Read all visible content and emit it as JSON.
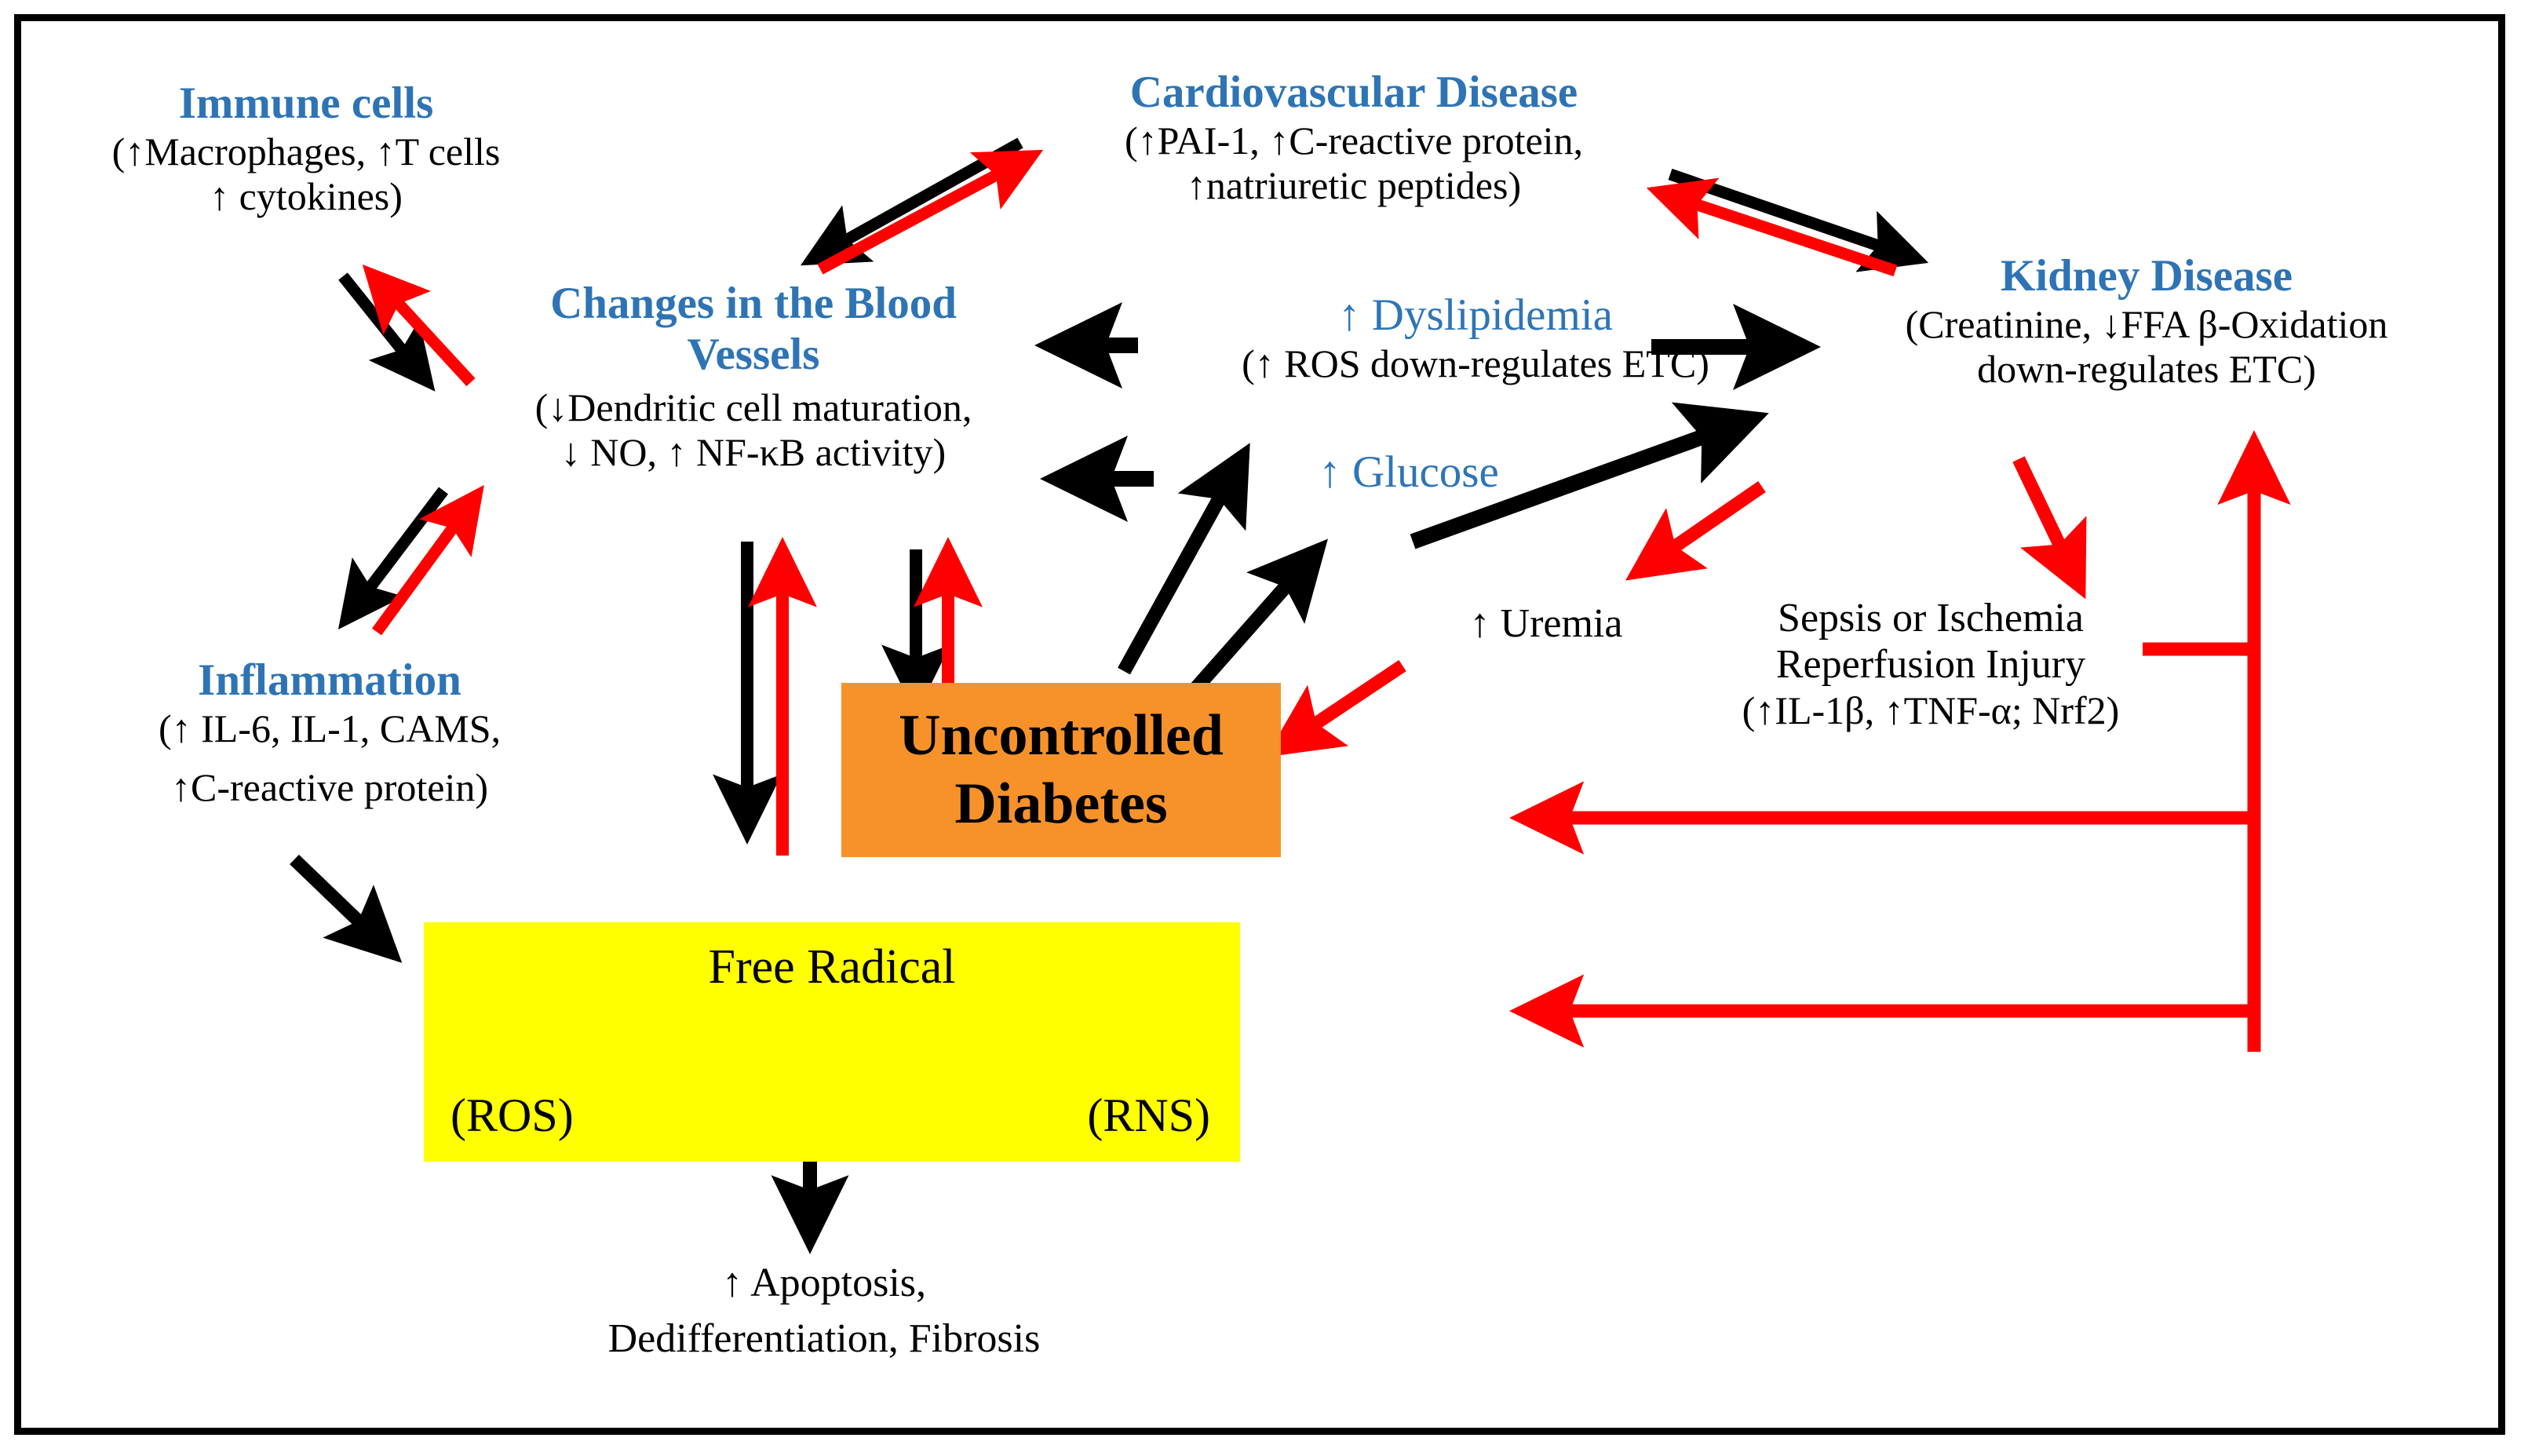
{
  "figure": {
    "title": "Pathophysiology of uncontrolled diabetes, free radicals and organ complications",
    "border_color": "#000000",
    "background": "#ffffff",
    "accent_heading_color": "#2E74B5",
    "arrow_black": "#000000",
    "arrow_red": "#FF0000",
    "box_orange": "#F7922B",
    "box_yellow": "#FFFF00"
  },
  "nodes": {
    "immune_cells": {
      "heading": "Immune cells",
      "line1": "(↑Macrophages,  ↑T cells",
      "line2": "↑ cytokines)"
    },
    "cardiovascular_disease": {
      "heading": "Cardiovascular Disease",
      "line1": "(↑PAI-1, ↑C-reactive protein,",
      "line2": "↑natriuretic peptides)"
    },
    "kidney_disease": {
      "heading": "Kidney Disease",
      "line1": "(Creatinine, ↓FFA β-Oxidation",
      "line2": "down-regulates ETC)"
    },
    "blood_vessels": {
      "heading_line1": "Changes in the Blood",
      "heading_line2": "Vessels",
      "line1": "(↓Dendritic cell maturation,",
      "line2": "↓ NO, ↑ NF-κB activity)"
    },
    "dyslipidemia": {
      "heading": "↑ Dyslipidemia",
      "line1": "(↑ ROS down-regulates ETC)"
    },
    "glucose": {
      "heading": "↑ Glucose"
    },
    "inflammation": {
      "heading": "Inflammation",
      "line1": "(↑ IL-6, IL-1, CAMS,",
      "line2": "↑C-reactive protein)"
    },
    "uremia": {
      "label": "↑ Uremia"
    },
    "uncontrolled_diabetes": {
      "line1": "Uncontrolled",
      "line2": "Diabetes"
    },
    "sepsis": {
      "line1": "Sepsis or Ischemia",
      "line2": "Reperfusion Injury",
      "line3": "(↑IL-1β, ↑TNF-α; Nrf2)"
    },
    "free_radical": {
      "title": "Free Radical",
      "left_label": "(ROS)",
      "right_label": "(RNS)"
    },
    "outcomes": {
      "line1": "↑ Apoptosis,",
      "line2": "Dedifferentiation,  Fibrosis"
    }
  },
  "edges": [
    {
      "from": "blood_vessels",
      "to": "immune_cells",
      "colors": [
        "black",
        "red"
      ],
      "bidirectional": true
    },
    {
      "from": "blood_vessels",
      "to": "cardiovascular_disease",
      "colors": [
        "black",
        "red"
      ],
      "bidirectional": true
    },
    {
      "from": "cardiovascular_disease",
      "to": "kidney_disease",
      "colors": [
        "black",
        "red"
      ],
      "bidirectional": true
    },
    {
      "from": "blood_vessels",
      "to": "inflammation",
      "colors": [
        "black",
        "red"
      ],
      "bidirectional": true
    },
    {
      "from": "dyslipidemia",
      "to": "blood_vessels",
      "colors": [
        "black"
      ]
    },
    {
      "from": "glucose",
      "to": "blood_vessels",
      "colors": [
        "black"
      ]
    },
    {
      "from": "dyslipidemia",
      "to": "kidney_disease",
      "colors": [
        "black"
      ]
    },
    {
      "from": "uncontrolled_diabetes",
      "to": "dyslipidemia",
      "colors": [
        "black"
      ]
    },
    {
      "from": "uncontrolled_diabetes",
      "to": "glucose",
      "colors": [
        "black"
      ]
    },
    {
      "from": "uncontrolled_diabetes",
      "to": "kidney_disease",
      "colors": [
        "black"
      ]
    },
    {
      "from": "blood_vessels",
      "to": "uncontrolled_diabetes",
      "colors": [
        "black",
        "red"
      ],
      "bidirectional": true
    },
    {
      "from": "uremia",
      "to": "uncontrolled_diabetes",
      "colors": [
        "red"
      ]
    },
    {
      "from": "kidney_disease",
      "to": "uremia",
      "colors": [
        "red"
      ]
    },
    {
      "from": "kidney_disease",
      "to": "sepsis",
      "colors": [
        "red"
      ]
    },
    {
      "from": "inflammation",
      "to": "free_radical",
      "colors": [
        "black"
      ]
    },
    {
      "from": "free_radical",
      "to": "outcomes",
      "colors": [
        "black"
      ]
    },
    {
      "from": "sepsis",
      "to": "kidney_disease",
      "colors": [
        "red"
      ],
      "routing": "orthogonal"
    },
    {
      "from": "sepsis_bus",
      "to": "uncontrolled_diabetes_right",
      "colors": [
        "red"
      ],
      "routing": "orthogonal"
    },
    {
      "from": "sepsis_bus",
      "to": "lower_left",
      "colors": [
        "red"
      ],
      "routing": "orthogonal"
    }
  ]
}
